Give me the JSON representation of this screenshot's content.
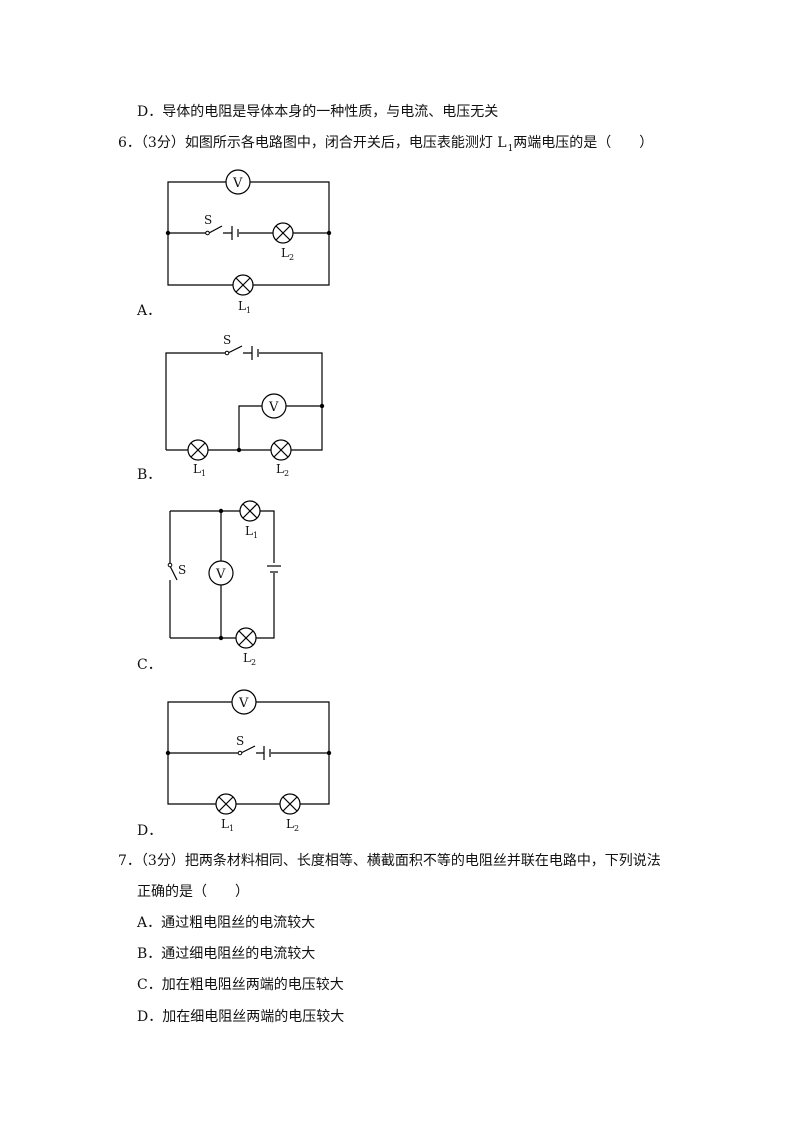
{
  "top_option": {
    "text": "D．导体的电阻是导体本身的一种性质，与电流、电压无关"
  },
  "q6": {
    "stem_before": "6．（3分）如图所示各电路图中，闭合开关后，电压表能测灯 L",
    "stem_sub": "1",
    "stem_after": "两端电压的是（　　）",
    "options": {
      "A": "A．",
      "B": "B．",
      "C": "C．",
      "D": "D．"
    },
    "labels": {
      "V": "V",
      "S": "S",
      "L": "L",
      "sub1": "1",
      "sub2": "2"
    }
  },
  "q7": {
    "stem_line1": "7．（3分）把两条材料相同、长度相等、横截面积不等的电阻丝并联在电路中，下列说法",
    "stem_line2": "正确的是（　　）",
    "options": [
      "A．通过粗电阻丝的电流较大",
      "B．通过细电阻丝的电流较大",
      "C．加在粗电阻丝两端的电压较大",
      "D．加在细电阻丝两端的电压较大"
    ]
  }
}
